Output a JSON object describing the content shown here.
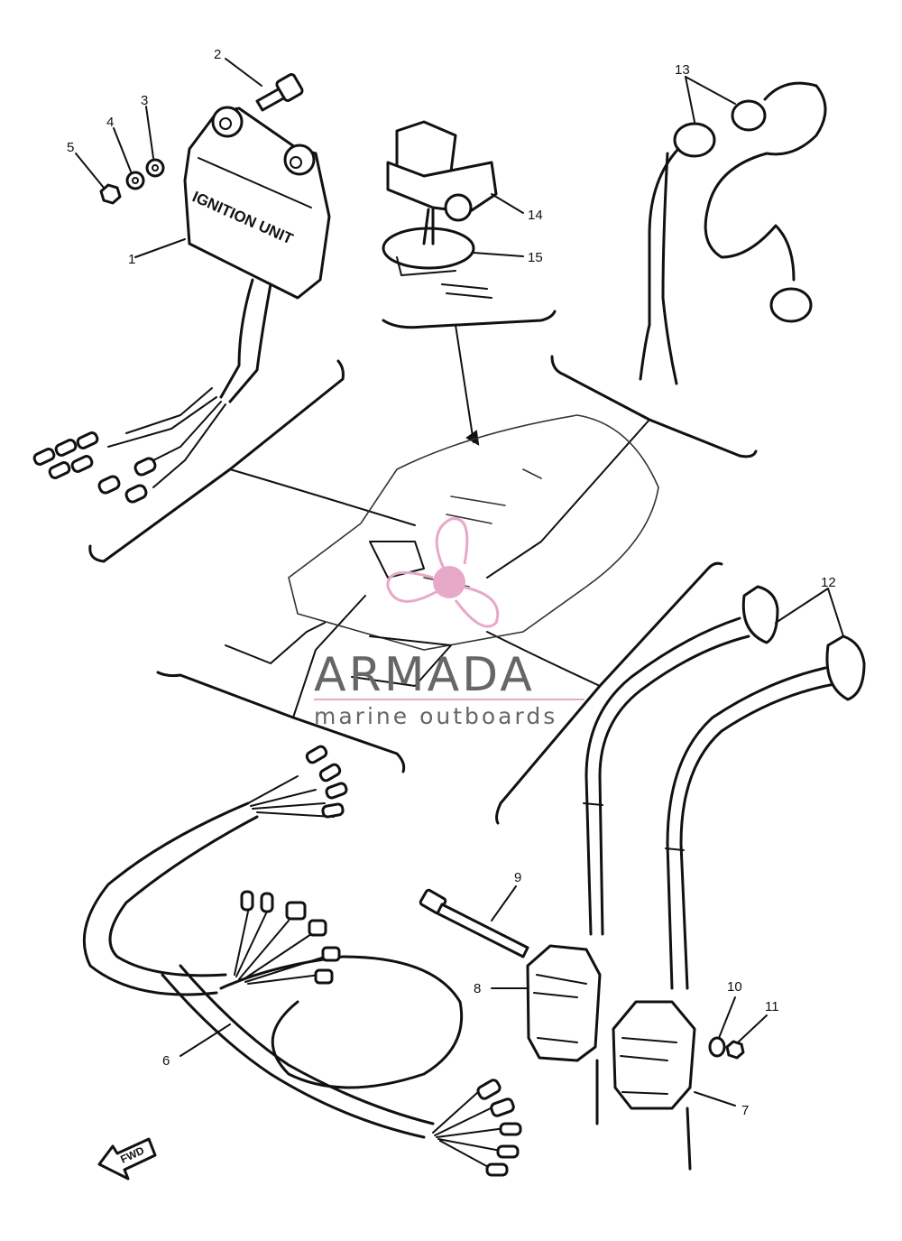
{
  "diagram": {
    "callouts": [
      {
        "id": "1",
        "text": "1"
      },
      {
        "id": "2",
        "text": "2"
      },
      {
        "id": "3",
        "text": "3"
      },
      {
        "id": "4",
        "text": "4"
      },
      {
        "id": "5",
        "text": "5"
      },
      {
        "id": "6",
        "text": "6"
      },
      {
        "id": "7",
        "text": "7"
      },
      {
        "id": "8",
        "text": "8"
      },
      {
        "id": "9",
        "text": "9"
      },
      {
        "id": "10",
        "text": "10"
      },
      {
        "id": "11",
        "text": "11"
      },
      {
        "id": "12",
        "text": "12"
      },
      {
        "id": "13",
        "text": "13"
      },
      {
        "id": "14",
        "text": "14"
      },
      {
        "id": "15",
        "text": "15"
      }
    ],
    "ignition_unit_label": "IGNITION UNIT",
    "direction_marker": "FWD",
    "watermark": {
      "title": "ARMADA",
      "subtitle": "marine outboards",
      "color": "#e8a8c8"
    }
  }
}
